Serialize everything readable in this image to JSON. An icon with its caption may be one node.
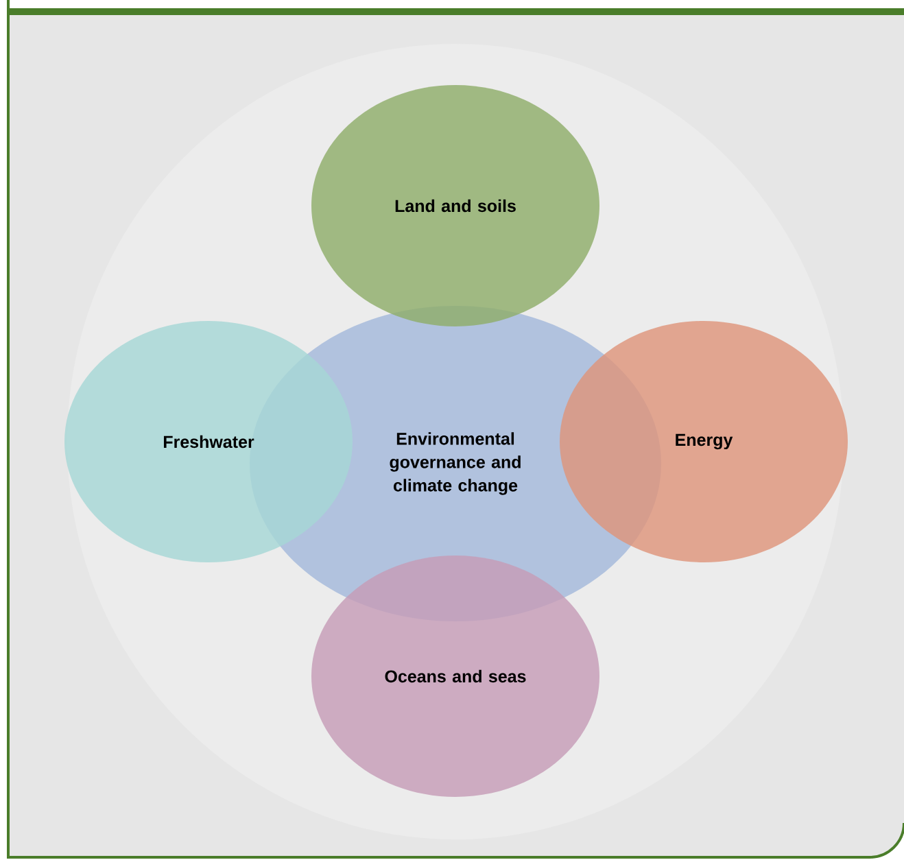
{
  "diagram": {
    "nodes": [
      {
        "text": [
          "Land and soils"
        ]
      },
      {
        "text": [
          "Freshwater"
        ]
      },
      {
        "text": [
          "Environmental governance and climate change"
        ]
      },
      {
        "text": [
          "Energy"
        ]
      },
      {
        "text": [
          "Oceans and seas"
        ]
      }
    ]
  }
}
